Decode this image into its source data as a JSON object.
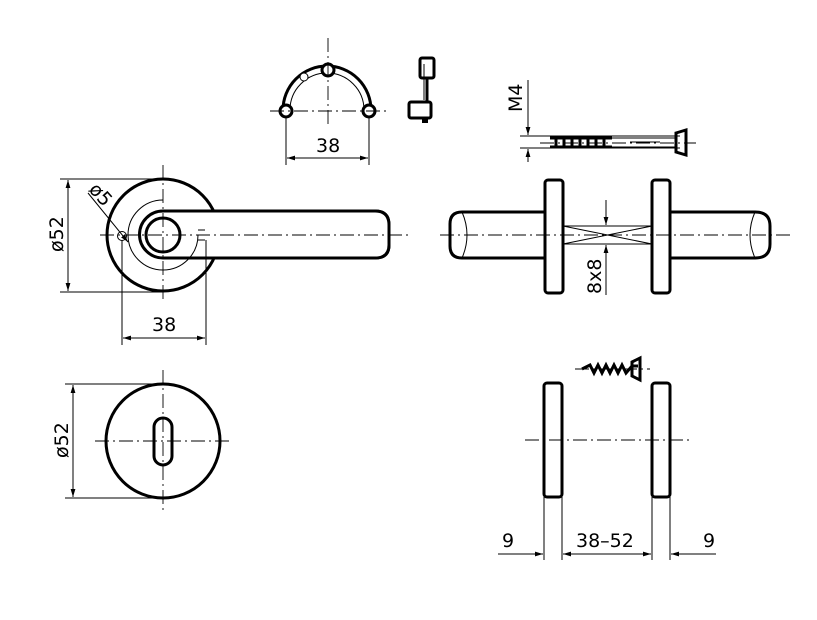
{
  "dimensions": {
    "rose_diameter_top": "ø52",
    "pin_diameter": "ø5",
    "rose_offset": "38",
    "bracket_spacing": "38",
    "screw_thread": "M4",
    "spindle": "8x8",
    "escutcheon_diameter": "ø52",
    "rose_thickness_left": "9",
    "door_thickness": "38–52",
    "rose_thickness_right": "9"
  }
}
